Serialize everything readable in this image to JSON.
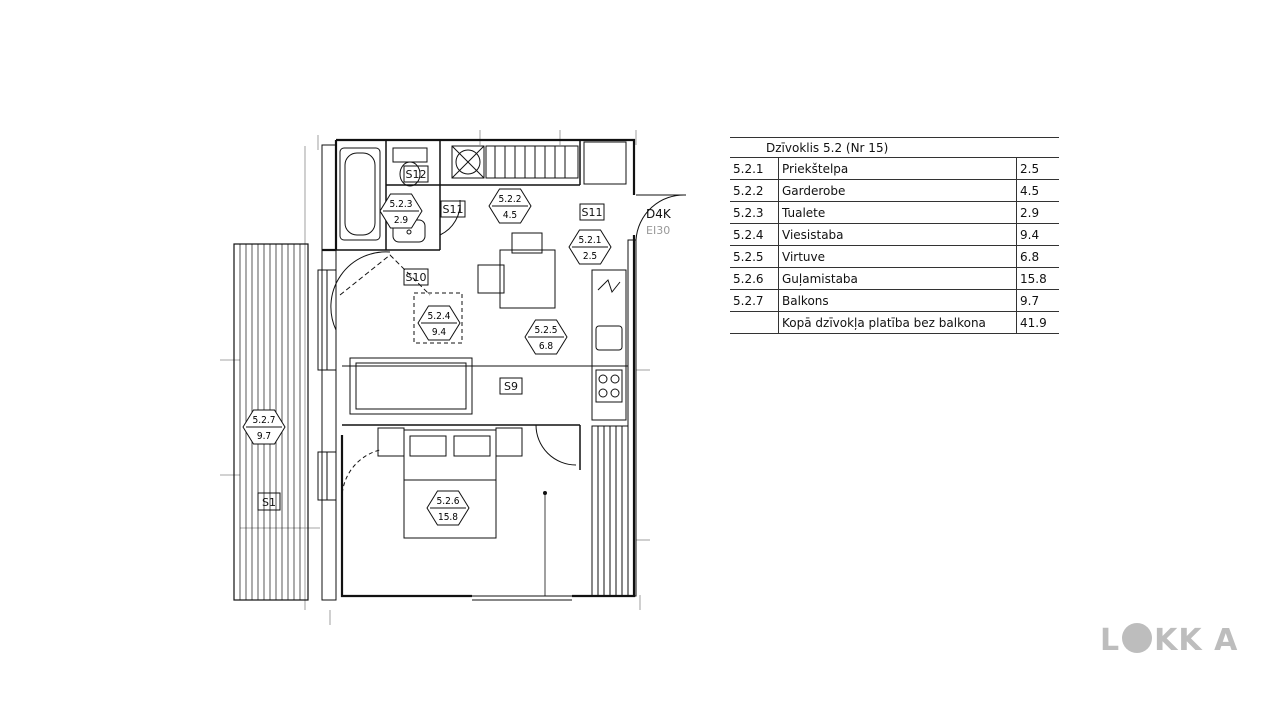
{
  "plan": {
    "rooms": [
      {
        "code": "5.2.1",
        "area": "2.5"
      },
      {
        "code": "5.2.2",
        "area": "4.5"
      },
      {
        "code": "5.2.3",
        "area": "2.9"
      },
      {
        "code": "5.2.4",
        "area": "9.4"
      },
      {
        "code": "5.2.5",
        "area": "6.8"
      },
      {
        "code": "5.2.6",
        "area": "15.8"
      },
      {
        "code": "5.2.7",
        "area": "9.7"
      }
    ],
    "tags": {
      "s12": "S12",
      "s11_a": "S11",
      "s11_b": "S11",
      "s10": "S10",
      "s9": "S9",
      "s1": "S1",
      "door": "D4K",
      "fire": "EI30"
    }
  },
  "table": {
    "title": "Dzīvoklis 5.2 (Nr 15)",
    "rows": [
      {
        "code": "5.2.1",
        "name": "Priekštelpa",
        "area": "2.5"
      },
      {
        "code": "5.2.2",
        "name": "Garderobe",
        "area": "4.5"
      },
      {
        "code": "5.2.3",
        "name": "Tualete",
        "area": "2.9"
      },
      {
        "code": "5.2.4",
        "name": "Viesistaba",
        "area": "9.4"
      },
      {
        "code": "5.2.5",
        "name": "Virtuve",
        "area": "6.8"
      },
      {
        "code": "5.2.6",
        "name": "Guļamistaba",
        "area": "15.8"
      },
      {
        "code": "5.2.7",
        "name": "Balkons",
        "area": "9.7"
      }
    ],
    "total_label": "Kopā dzīvokļa platība bez balkona",
    "total_value": "41.9"
  },
  "logo": {
    "left": "L",
    "right": "KK A"
  }
}
